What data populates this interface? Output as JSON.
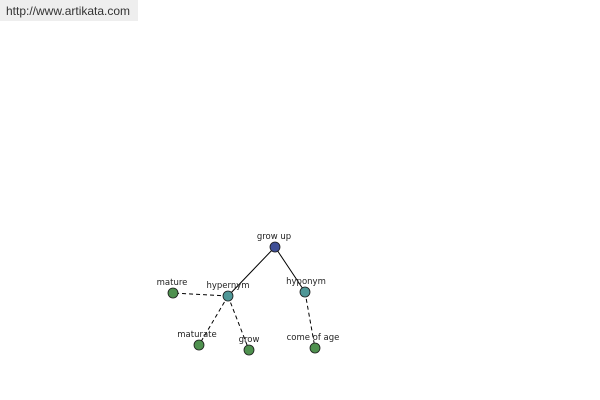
{
  "url_text": "http://www.artikata.com",
  "colors": {
    "root": "#3f4f96",
    "relation": "#4f9797",
    "term": "#4f914f",
    "edge": "#000000",
    "node_stroke": "#1a1a1a"
  },
  "nodes": [
    {
      "id": "grow-up",
      "label": "grow up",
      "kind": "root"
    },
    {
      "id": "hypernym",
      "label": "hypernym",
      "kind": "relation"
    },
    {
      "id": "hyponym",
      "label": "hyponym",
      "kind": "relation"
    },
    {
      "id": "mature",
      "label": "mature",
      "kind": "term"
    },
    {
      "id": "maturate",
      "label": "maturate",
      "kind": "term"
    },
    {
      "id": "grow",
      "label": "grow",
      "kind": "term"
    },
    {
      "id": "come-of-age",
      "label": "come of age",
      "kind": "term"
    }
  ],
  "edges": [
    {
      "from": "grow-up",
      "to": "hypernym",
      "style": "solid"
    },
    {
      "from": "grow-up",
      "to": "hyponym",
      "style": "solid"
    },
    {
      "from": "hypernym",
      "to": "mature",
      "style": "dashed"
    },
    {
      "from": "hypernym",
      "to": "maturate",
      "style": "dashed"
    },
    {
      "from": "hypernym",
      "to": "grow",
      "style": "dashed"
    },
    {
      "from": "hyponym",
      "to": "come-of-age",
      "style": "dashed"
    }
  ]
}
